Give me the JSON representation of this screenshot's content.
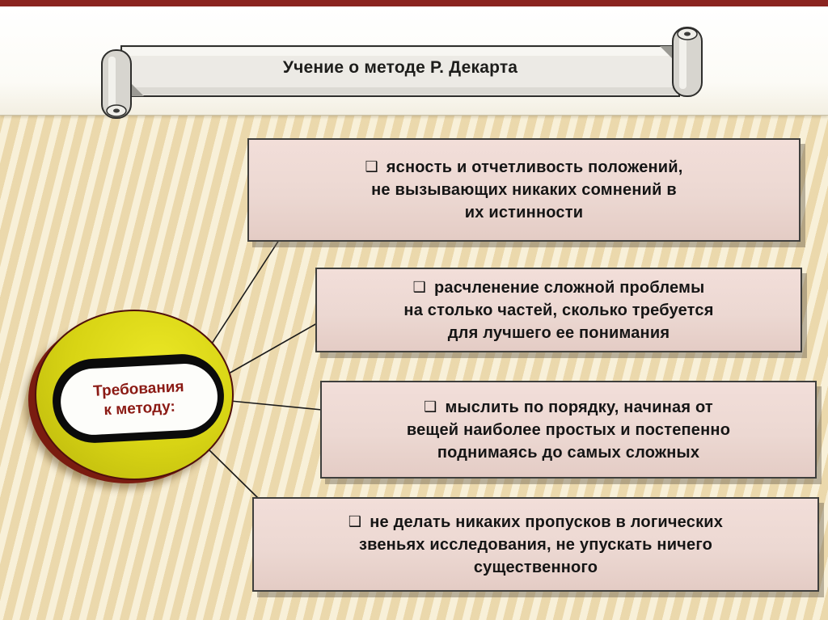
{
  "title": "Учение о методе Р. Декарта",
  "badge": {
    "line1": "Требования",
    "line2": "к методу:"
  },
  "bullet": "❑",
  "boxes": [
    {
      "lines": [
        "ясность и отчетливость положений,",
        "не вызывающих никаких сомнений в",
        "их истинности"
      ]
    },
    {
      "lines": [
        "расчленение сложной проблемы",
        "на столько частей, сколько требуется",
        "для лучшего ее понимания"
      ]
    },
    {
      "lines": [
        "мыслить по порядку,  начиная от",
        "вещей наиболее простых и постепенно",
        "поднимаясь до самых сложных"
      ]
    },
    {
      "lines": [
        "не делать никаких пропусков в логических",
        "звеньях исследования, не упускать ничего",
        "существенного"
      ]
    }
  ],
  "colors": {
    "accent_bar": "#8b2420",
    "box_fill": "#ecd8d2",
    "badge_yellow": "#d8d414",
    "badge_maroon": "#7a1c10",
    "badge_text_color": "#8b1a14"
  }
}
